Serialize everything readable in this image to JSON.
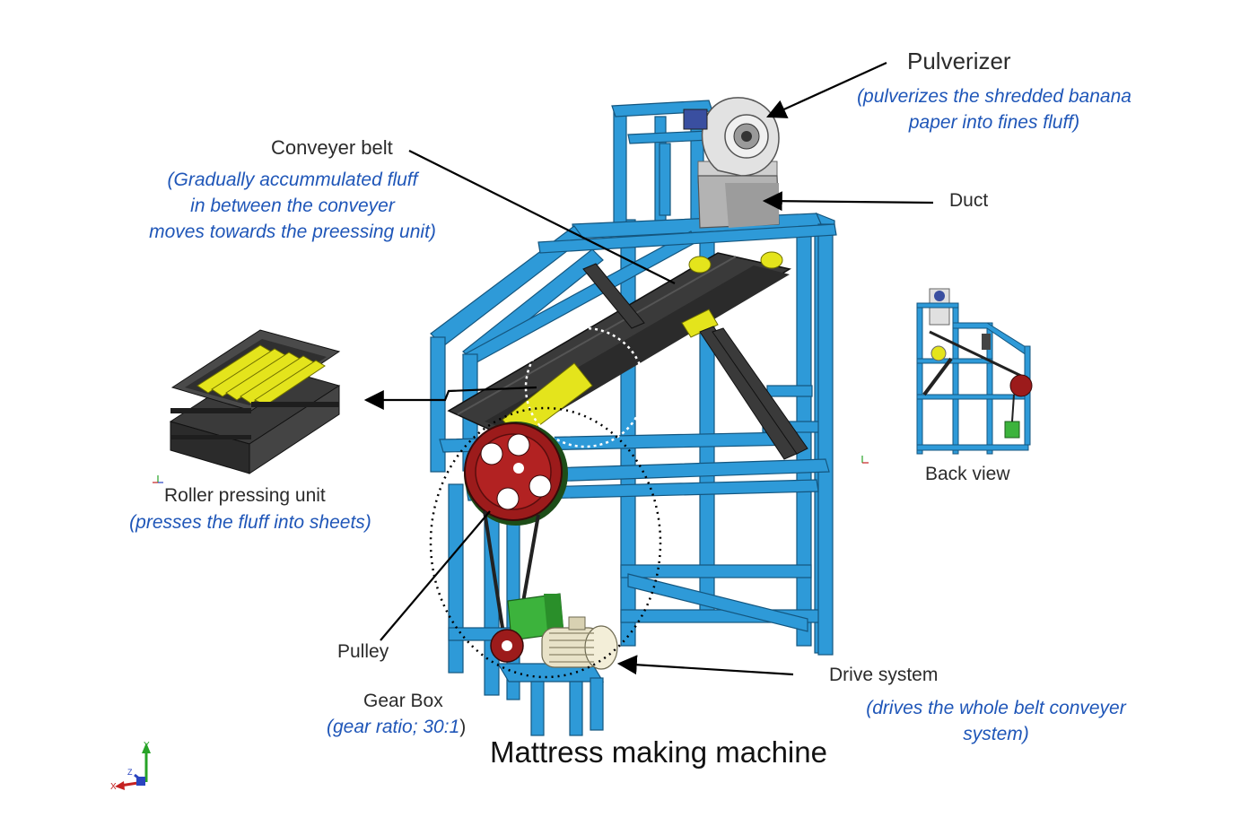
{
  "title": "Mattress making machine",
  "labels": {
    "pulverizer": {
      "name": "Pulverizer",
      "desc": [
        "(pulverizes the shredded banana",
        "paper into fines fluff)"
      ]
    },
    "conveyer": {
      "name": "Conveyer belt",
      "desc": [
        "(Gradually accummulated fluff",
        "in between the conveyer",
        "moves towards the preessing unit)"
      ]
    },
    "duct": {
      "name": "Duct"
    },
    "roller": {
      "name": "Roller pressing unit",
      "desc": [
        "(presses the fluff into sheets)"
      ]
    },
    "back_view": {
      "name": "Back view"
    },
    "pulley": {
      "name": "Pulley"
    },
    "drive": {
      "name": "Drive system",
      "desc": [
        "(drives the whole belt conveyer",
        "system)"
      ]
    },
    "gearbox": {
      "name": "Gear Box",
      "desc_pre": "(gear ratio; 30:1",
      "desc_post": ")"
    }
  },
  "axis_labels": {
    "x": "X",
    "y": "Y",
    "z": "Z"
  },
  "colors": {
    "frame": "#2e9ad8",
    "frame_dark": "#1c6fa3",
    "belt": "#3a3a3a",
    "roller": "#e4e41c",
    "pulley": "#9c1b1b",
    "gearbox": "#3cb33c",
    "motor": "#e8e2c8",
    "pulverizer": "#d9d9d9",
    "duct": "#b3b3b3",
    "desc_text": "#1f56b8"
  }
}
